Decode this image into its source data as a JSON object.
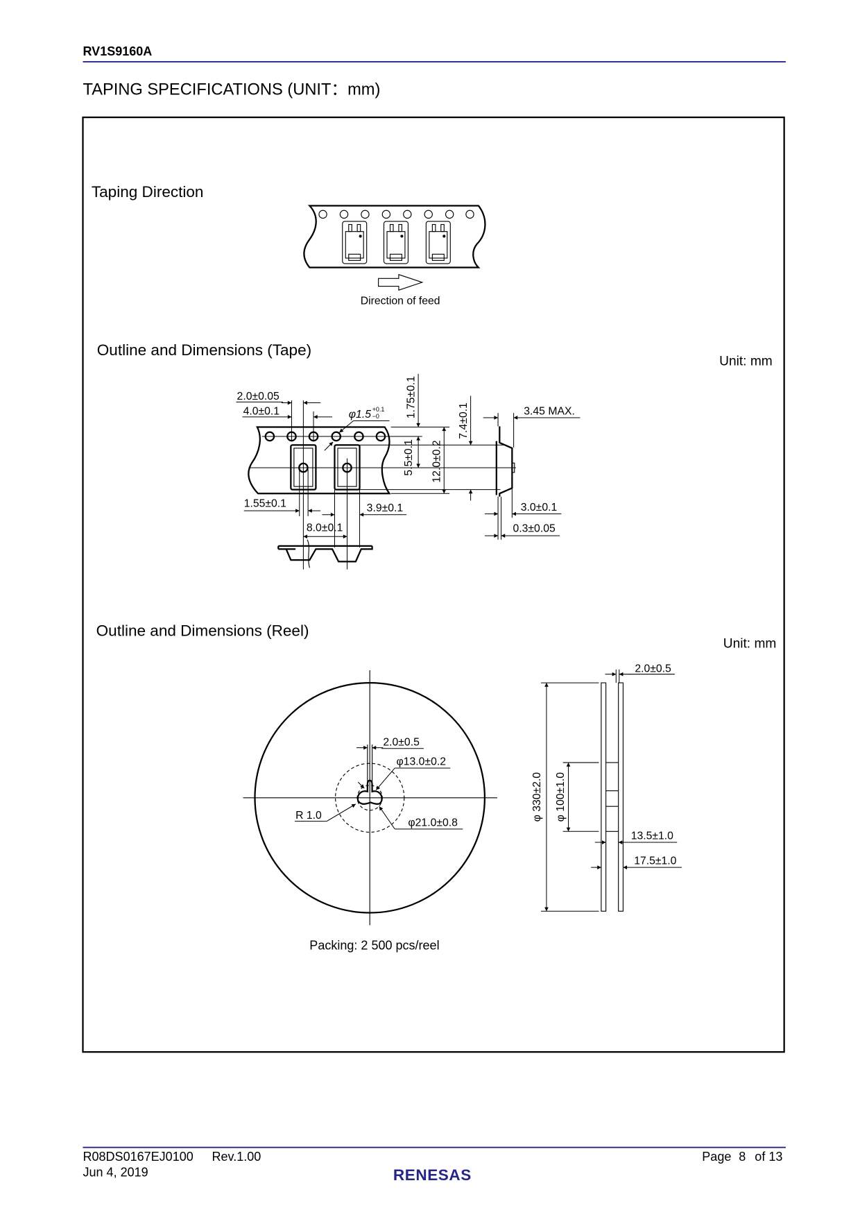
{
  "header": {
    "doc_id": "RV1S9160A",
    "rule_color": "#24248a"
  },
  "title": "TAPING SPECIFICATIONS (UNIT：mm)",
  "taping_direction": {
    "heading": "Taping Direction",
    "feed_label": "Direction of feed"
  },
  "tape_outline": {
    "heading": "Outline and Dimensions (Tape)",
    "unit": "Unit: mm",
    "dims": {
      "hole_to_pocket": "2.0±0.05",
      "hole_pitch": "4.0±0.1",
      "hole_dia": "φ1.5",
      "hole_dia_tol_plus": "+0.1",
      "hole_dia_tol_minus": "−0",
      "edge_to_hole": "1.75±0.1",
      "hole_to_center": "5.5±0.1",
      "tape_width": "12.0±0.2",
      "pocket_length": "7.4±0.1",
      "thickness_max": "3.45 MAX.",
      "pocket_hole": "1.55±0.1",
      "pocket_width": "3.9±0.1",
      "pocket_pitch": "8.0±0.1",
      "pocket_depth": "3.0±0.1",
      "tape_thickness": "0.3±0.05"
    }
  },
  "reel_outline": {
    "heading": "Outline and Dimensions (Reel)",
    "unit": "Unit: mm",
    "dims": {
      "slot_width": "2.0±0.5",
      "hub_inner": "φ13.0±0.2",
      "radius": "R 1.0",
      "hub_outer": "φ21.0±0.8",
      "reel_dia": "φ 330±2.0",
      "hub_dia": "φ 100±1.0",
      "flange_thickness": "2.0±0.5",
      "inner_width": "13.5±1.0",
      "outer_width": "17.5±1.0"
    },
    "packing": "Packing: 2 500 pcs/reel"
  },
  "footer": {
    "doc_number": "R08DS0167EJ0100",
    "revision": "Rev.1.00",
    "date": "Jun 4, 2019",
    "page_label": "Page",
    "page": "8",
    "of_label": "of 13",
    "logo_text": "RENESAS",
    "logo_color": "#24248a"
  }
}
